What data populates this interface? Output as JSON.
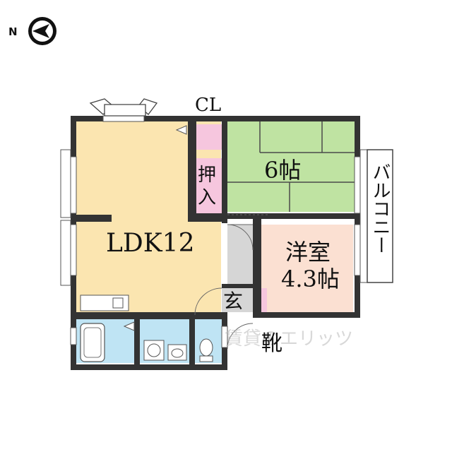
{
  "compass": {
    "north_label": "N",
    "icon": "north-arrow-icon"
  },
  "rooms": {
    "ldk": {
      "label": "LDK12"
    },
    "japanese": {
      "label": "6帖"
    },
    "western": {
      "line1": "洋室",
      "line2": "4.3帖"
    },
    "closet_cl": {
      "label": "CL"
    },
    "oshiire": {
      "line1": "押",
      "line2": "入"
    },
    "entrance": {
      "label": "玄"
    },
    "shoes": {
      "label": "靴"
    },
    "balcony": {
      "label": "バルコニー"
    }
  },
  "watermark": {
    "text": "賃貸のエリッツ"
  },
  "colors": {
    "ldk": "#fbe5b0",
    "japanese": "#bfe3a2",
    "western": "#fbe0d2",
    "storage": "#f6c6de",
    "wet": "#bfe4f4",
    "entrance": "#d6d6d6",
    "wall": "#333333"
  }
}
